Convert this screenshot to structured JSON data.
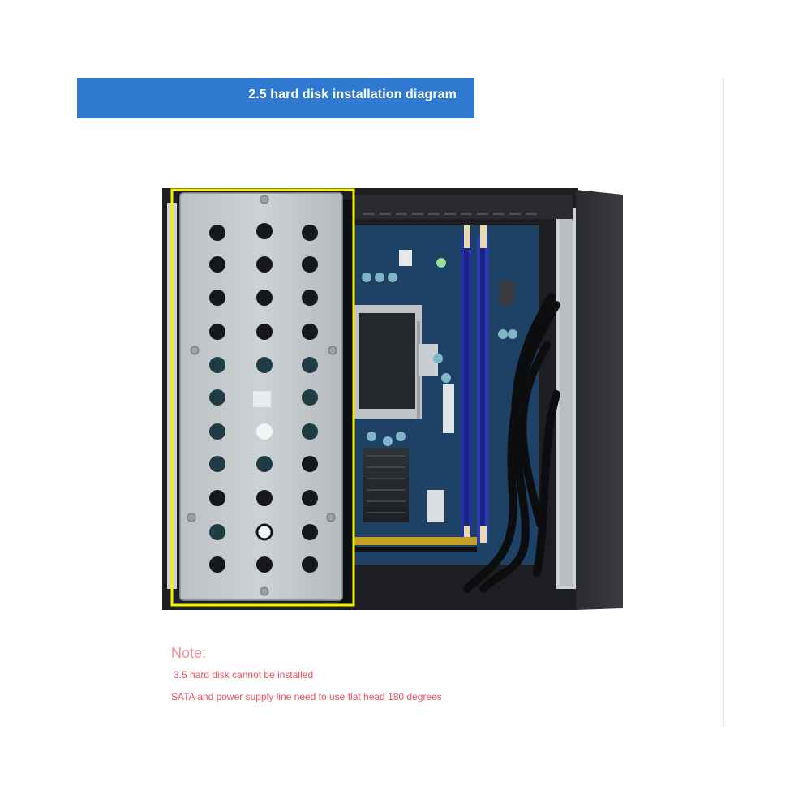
{
  "banner": {
    "title": "2.5 hard disk installation diagram"
  },
  "note": {
    "heading": "Note:",
    "lines": [
      "3.5 hard disk cannot be installed",
      "SATA and power supply line need to use flat head 180 degrees"
    ]
  },
  "colors": {
    "banner": "#2f7ad0",
    "highlight": "#f4f000",
    "note_heading": "#ee8f9a",
    "note_text": "#e8505f"
  }
}
